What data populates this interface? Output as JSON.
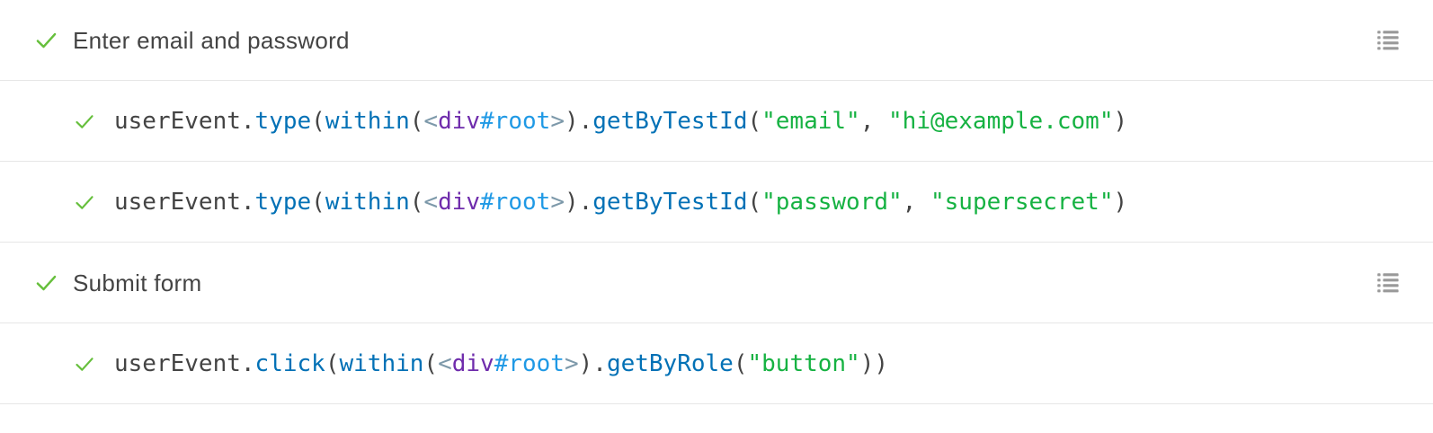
{
  "panel": {
    "colors": {
      "check": "#66BF3C",
      "label": "#444444",
      "base": "#444444",
      "method": "#0271B6",
      "muted": "#7D99AA",
      "tagName": "#6F2CAC",
      "tagSuffix": "#1F99E5",
      "string": "#16B242",
      "border": "#E6E6E6",
      "icon": "#999999"
    },
    "rows": [
      {
        "type": "group",
        "status": "passed",
        "label": "Enter email and password",
        "right_icon": "list-unordered-icon"
      },
      {
        "type": "call",
        "status": "passed",
        "tokens": [
          [
            "userEvent.",
            "base"
          ],
          [
            "type",
            "method"
          ],
          [
            "(",
            "base"
          ],
          [
            "within",
            "method"
          ],
          [
            "(",
            "base"
          ],
          [
            "<",
            "muted"
          ],
          [
            "div",
            "tagName"
          ],
          [
            "#root",
            "tagSuffix"
          ],
          [
            ">",
            "muted"
          ],
          [
            ").",
            "base"
          ],
          [
            "getByTestId",
            "method"
          ],
          [
            "(",
            "base"
          ],
          [
            "\"email\"",
            "string"
          ],
          [
            ", ",
            "base"
          ],
          [
            "\"hi@example.com\"",
            "string"
          ],
          [
            ")",
            "base"
          ]
        ]
      },
      {
        "type": "call",
        "status": "passed",
        "tokens": [
          [
            "userEvent.",
            "base"
          ],
          [
            "type",
            "method"
          ],
          [
            "(",
            "base"
          ],
          [
            "within",
            "method"
          ],
          [
            "(",
            "base"
          ],
          [
            "<",
            "muted"
          ],
          [
            "div",
            "tagName"
          ],
          [
            "#root",
            "tagSuffix"
          ],
          [
            ">",
            "muted"
          ],
          [
            ").",
            "base"
          ],
          [
            "getByTestId",
            "method"
          ],
          [
            "(",
            "base"
          ],
          [
            "\"password\"",
            "string"
          ],
          [
            ", ",
            "base"
          ],
          [
            "\"supersecret\"",
            "string"
          ],
          [
            ")",
            "base"
          ]
        ]
      },
      {
        "type": "group",
        "status": "passed",
        "label": "Submit form",
        "right_icon": "list-unordered-icon"
      },
      {
        "type": "call",
        "status": "passed",
        "tokens": [
          [
            "userEvent.",
            "base"
          ],
          [
            "click",
            "method"
          ],
          [
            "(",
            "base"
          ],
          [
            "within",
            "method"
          ],
          [
            "(",
            "base"
          ],
          [
            "<",
            "muted"
          ],
          [
            "div",
            "tagName"
          ],
          [
            "#root",
            "tagSuffix"
          ],
          [
            ">",
            "muted"
          ],
          [
            ").",
            "base"
          ],
          [
            "getByRole",
            "method"
          ],
          [
            "(",
            "base"
          ],
          [
            "\"button\"",
            "string"
          ],
          [
            "))",
            "base"
          ]
        ]
      }
    ]
  }
}
